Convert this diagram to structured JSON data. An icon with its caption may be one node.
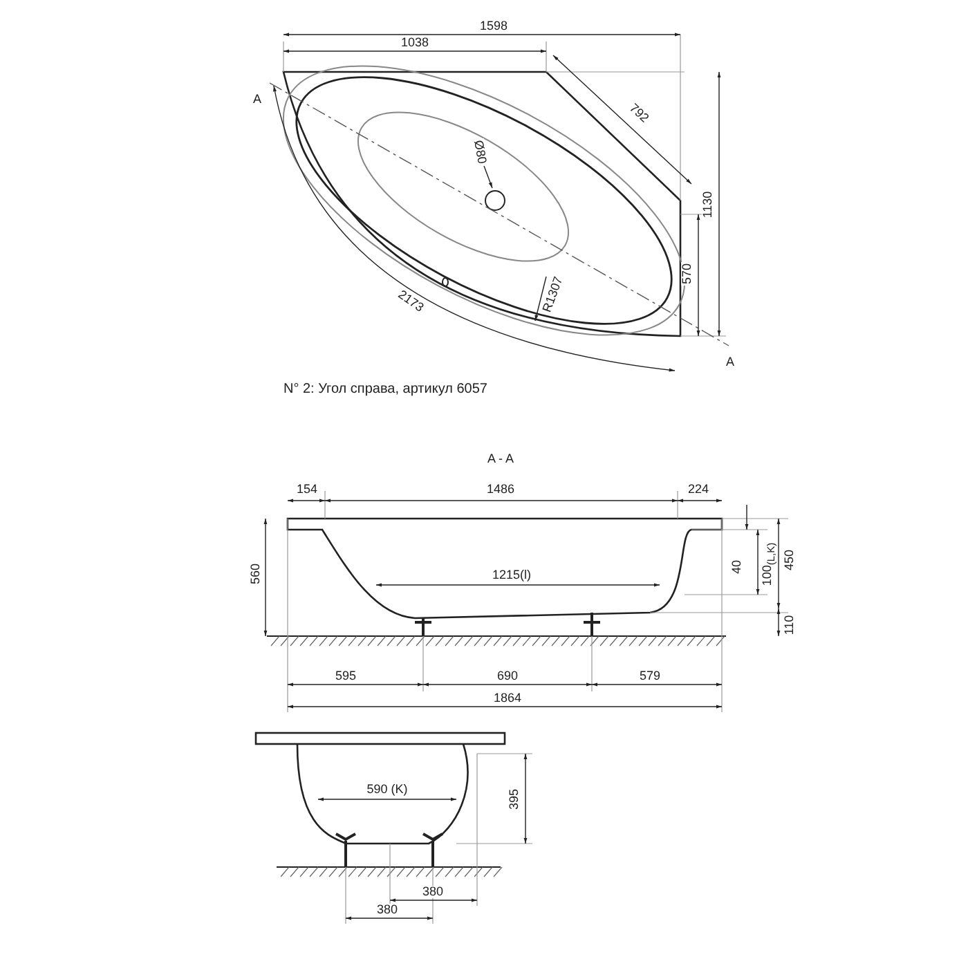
{
  "diagram": {
    "caption": "N° 2: Угол справа, артикул 6057",
    "labels": [
      "1598",
      "1038",
      "A",
      "792",
      "Ø80",
      "1130",
      "570",
      "R1307",
      "2173",
      "A",
      "A - A",
      "154",
      "1486",
      "224",
      "560",
      "40",
      "100$_{(L,K)}$",
      "450",
      "1215(l)",
      "110",
      "595",
      "690",
      "579",
      "1864",
      "590 (K)",
      "395",
      "380",
      "380"
    ]
  }
}
